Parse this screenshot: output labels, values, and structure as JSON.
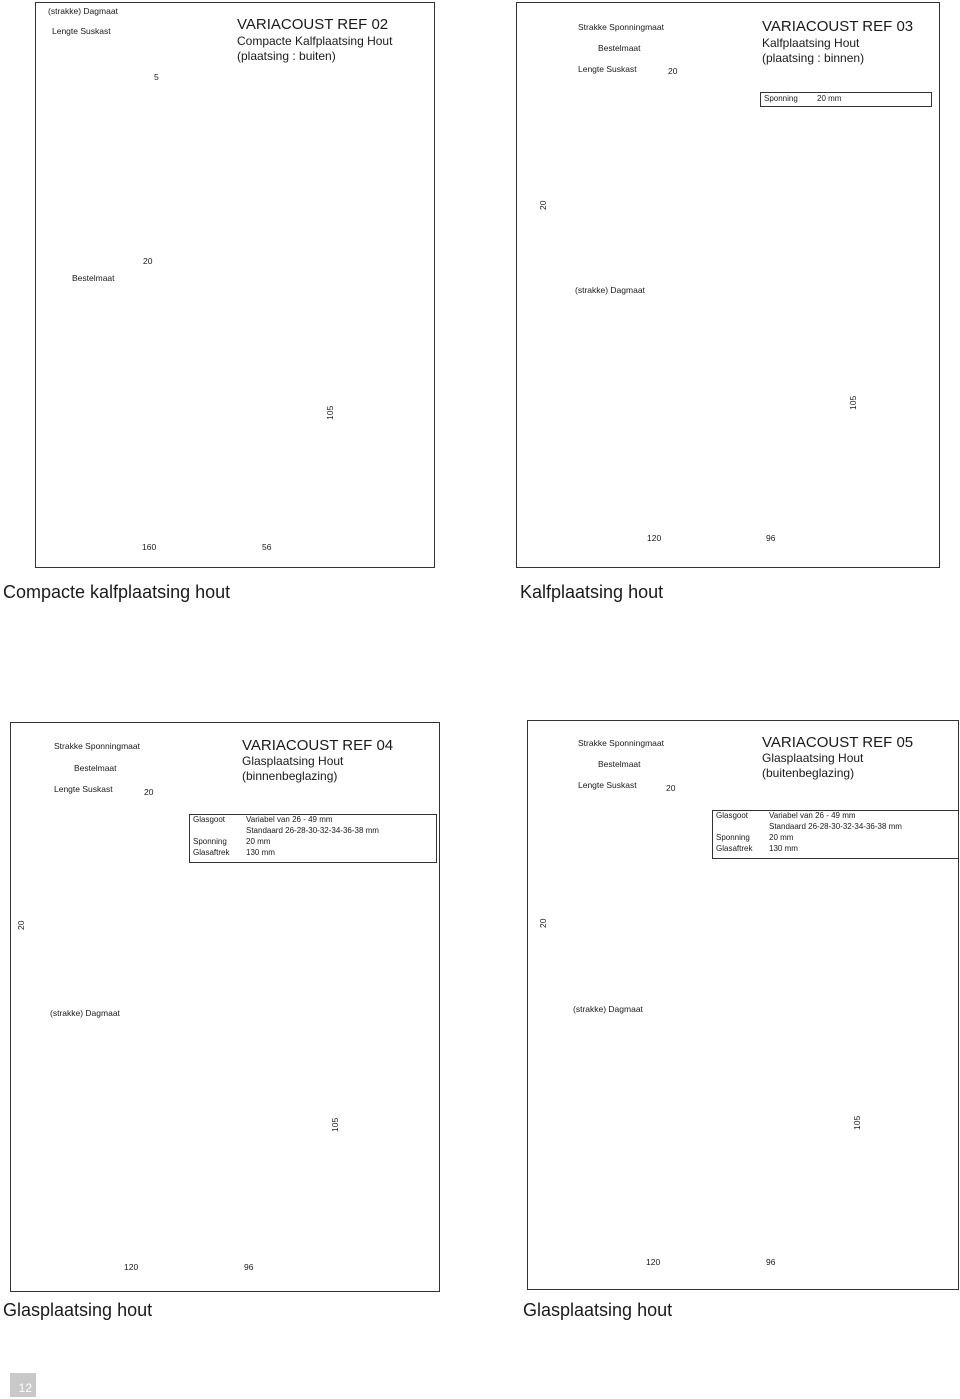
{
  "panels": [
    {
      "ref": "VARIACOUST  REF 02",
      "subtitle1": "Compacte Kalfplaatsing Hout",
      "subtitle2": "(plaatsing : buiten)",
      "labels": {
        "dagmaat_top": "(strakke) Dagmaat",
        "lengte_suskast": "Lengte Suskast",
        "five": "5",
        "twenty_top": "20",
        "bestelmaat": "Bestelmaat",
        "dim_105": "105",
        "dim_160": "160",
        "dim_56": "56"
      },
      "caption": "Compacte kalfplaatsing hout"
    },
    {
      "ref": "VARIACOUST  REF 03",
      "subtitle1": "Kalfplaatsing Hout",
      "subtitle2": "(plaatsing : binnen)",
      "labels": {
        "strakke_sponningmaat": "Strakke Sponningmaat",
        "bestelmaat": "Bestelmaat",
        "lengte_suskast": "Lengte Suskast",
        "twenty": "20",
        "sponning_key": "Sponning",
        "sponning_val": "20 mm",
        "vdim_20": "20",
        "dagmaat": "(strakke) Dagmaat",
        "dim_105": "105",
        "dim_120": "120",
        "dim_96": "96"
      },
      "caption": "Kalfplaatsing hout"
    },
    {
      "ref": "VARIACOUST  REF 04",
      "subtitle1": "Glasplaatsing Hout",
      "subtitle2": "(binnenbeglazing)",
      "labels": {
        "strakke_sponningmaat": "Strakke Sponningmaat",
        "bestelmaat": "Bestelmaat",
        "lengte_suskast": "Lengte Suskast",
        "twenty": "20",
        "vdim_20": "20",
        "dagmaat": "(strakke) Dagmaat",
        "dim_105": "105",
        "dim_120": "120",
        "dim_96": "96"
      },
      "table": [
        {
          "k": "Glasgoot",
          "v": "Variabel van 26 - 49 mm"
        },
        {
          "k": "",
          "v": "Standaard 26-28-30-32-34-36-38 mm"
        },
        {
          "k": "Sponning",
          "v": "20 mm"
        },
        {
          "k": "Glasaftrek",
          "v": "130 mm"
        }
      ],
      "caption": "Glasplaatsing hout"
    },
    {
      "ref": "VARIACOUST  REF 05",
      "subtitle1": "Glasplaatsing Hout",
      "subtitle2": "(buitenbeglazing)",
      "labels": {
        "strakke_sponningmaat": "Strakke Sponningmaat",
        "bestelmaat": "Bestelmaat",
        "lengte_suskast": "Lengte Suskast",
        "twenty": "20",
        "vdim_20": "20",
        "dagmaat": "(strakke) Dagmaat",
        "dim_105": "105",
        "dim_120": "120",
        "dim_96": "96"
      },
      "table": [
        {
          "k": "Glasgoot",
          "v": "Variabel van 26 - 49 mm"
        },
        {
          "k": "",
          "v": "Standaard 26-28-30-32-34-36-38 mm"
        },
        {
          "k": "Sponning",
          "v": "20 mm"
        },
        {
          "k": "Glasaftrek",
          "v": "130 mm"
        }
      ],
      "caption": "Glasplaatsing hout"
    }
  ],
  "page_number": "12"
}
